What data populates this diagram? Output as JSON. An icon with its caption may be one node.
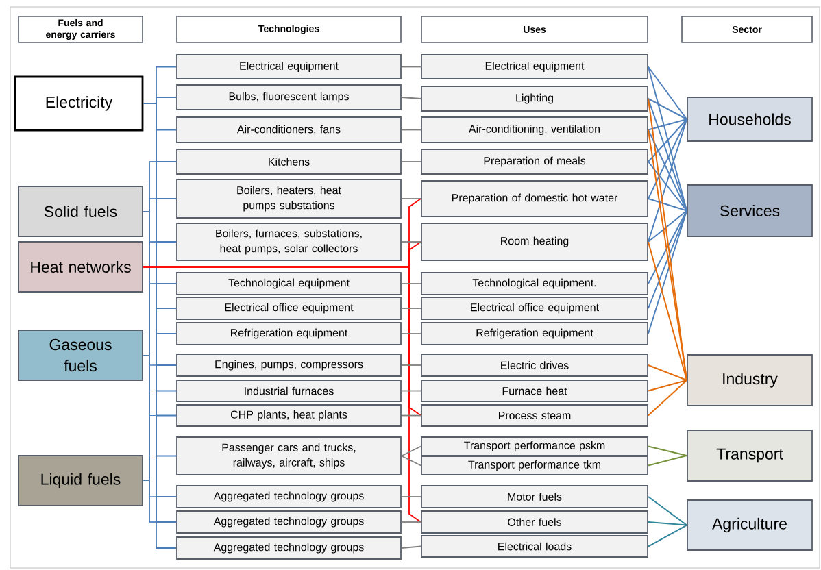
{
  "diagram": {
    "nodes": [
      {
        "text": [
          "Fuels and energy carriers"
        ]
      },
      {
        "text": [
          "Technologies"
        ]
      },
      {
        "text": [
          "Uses"
        ]
      },
      {
        "text": [
          "Sector"
        ]
      },
      {
        "text": [
          "Electricity"
        ]
      },
      {
        "text": [
          "Solid fuels"
        ]
      },
      {
        "text": [
          "Heat networks"
        ]
      },
      {
        "text": [
          "Gaseous fuels"
        ]
      },
      {
        "text": [
          "Liquid fuels"
        ]
      },
      {
        "text": [
          "Electrical equipment"
        ]
      },
      {
        "text": [
          "Bulbs, fluorescent lamps"
        ]
      },
      {
        "text": [
          "Air-conditioners, fans"
        ]
      },
      {
        "text": [
          "Kitchens"
        ]
      },
      {
        "text": [
          "Boilers, heaters,  heat pumps substations"
        ]
      },
      {
        "text": [
          "Boilers, furnaces, substations, heat pumps, solar collectors"
        ]
      },
      {
        "text": [
          "Technological equipment"
        ]
      },
      {
        "text": [
          "Electrical office equipment"
        ]
      },
      {
        "text": [
          "Refrigeration equipment"
        ]
      },
      {
        "text": [
          "Engines, pumps, compressors"
        ]
      },
      {
        "text": [
          "Industrial furnaces"
        ]
      },
      {
        "text": [
          "CHP plants, heat plants"
        ]
      },
      {
        "text": [
          "Passenger cars and trucks, railways, aircraft, ships"
        ]
      },
      {
        "text": [
          "Aggregated technology groups"
        ]
      },
      {
        "text": [
          "Aggregated technology groups"
        ]
      },
      {
        "text": [
          "Aggregated technology groups"
        ]
      },
      {
        "text": [
          "Electrical equipment"
        ]
      },
      {
        "text": [
          "Lighting"
        ]
      },
      {
        "text": [
          "Air-conditioning, ventilation"
        ]
      },
      {
        "text": [
          "Preparation of meals"
        ]
      },
      {
        "text": [
          "Preparation of domestic hot water"
        ]
      },
      {
        "text": [
          "Room heating"
        ]
      },
      {
        "text": [
          "Technological equipment."
        ]
      },
      {
        "text": [
          "Electrical office equipment"
        ]
      },
      {
        "text": [
          "Refrigeration equipment"
        ]
      },
      {
        "text": [
          "Electric drives"
        ]
      },
      {
        "text": [
          "Furnace heat"
        ]
      },
      {
        "text": [
          "Process steam"
        ]
      },
      {
        "text": [
          "Transport performance pskm"
        ]
      },
      {
        "text": [
          "Transport performance tkm"
        ]
      },
      {
        "text": [
          "Motor fuels"
        ]
      },
      {
        "text": [
          "Other fuels"
        ]
      },
      {
        "text": [
          "Electrical loads"
        ]
      },
      {
        "text": [
          "Households"
        ]
      },
      {
        "text": [
          "Services"
        ]
      },
      {
        "text": [
          "Industry"
        ]
      },
      {
        "text": [
          "Transport"
        ]
      },
      {
        "text": [
          "Agriculture"
        ]
      }
    ],
    "edges": [
      {
        "from": 4,
        "to": 9,
        "arrow": "none",
        "color": "#4a7ebb"
      },
      {
        "from": 4,
        "to": 10,
        "arrow": "none",
        "color": "#4a7ebb"
      },
      {
        "from": 4,
        "to": 11,
        "arrow": "none",
        "color": "#4a7ebb"
      },
      {
        "from": 4,
        "to": 12,
        "arrow": "none",
        "color": "#4a7ebb"
      },
      {
        "from": 4,
        "to": 13,
        "arrow": "none",
        "color": "#4a7ebb"
      },
      {
        "from": 4,
        "to": 14,
        "arrow": "none",
        "color": "#4a7ebb"
      },
      {
        "from": 4,
        "to": 15,
        "arrow": "none",
        "color": "#4a7ebb"
      },
      {
        "from": 4,
        "to": 16,
        "arrow": "none",
        "color": "#4a7ebb"
      },
      {
        "from": 4,
        "to": 17,
        "arrow": "none",
        "color": "#4a7ebb"
      },
      {
        "from": 4,
        "to": 18,
        "arrow": "none",
        "color": "#4a7ebb"
      },
      {
        "from": 4,
        "to": 19,
        "arrow": "none",
        "color": "#4a7ebb"
      },
      {
        "from": 4,
        "to": 20,
        "arrow": "none",
        "color": "#4a7ebb"
      },
      {
        "from": 4,
        "to": 21,
        "arrow": "none",
        "color": "#4a7ebb"
      },
      {
        "from": 4,
        "to": 22,
        "arrow": "none",
        "color": "#4a7ebb"
      },
      {
        "from": 4,
        "to": 23,
        "arrow": "none",
        "color": "#4a7ebb"
      },
      {
        "from": 4,
        "to": 24,
        "arrow": "none",
        "color": "#4a7ebb"
      },
      {
        "from": 5,
        "to": 12,
        "arrow": "none",
        "color": "#4a7ebb"
      },
      {
        "from": 5,
        "to": 13,
        "arrow": "none",
        "color": "#4a7ebb"
      },
      {
        "from": 5,
        "to": 14,
        "arrow": "none",
        "color": "#4a7ebb"
      },
      {
        "from": 5,
        "to": 15,
        "arrow": "none",
        "color": "#4a7ebb"
      },
      {
        "from": 5,
        "to": 19,
        "arrow": "none",
        "color": "#4a7ebb"
      },
      {
        "from": 5,
        "to": 20,
        "arrow": "none",
        "color": "#4a7ebb"
      },
      {
        "from": 5,
        "to": 23,
        "arrow": "none",
        "color": "#4a7ebb"
      },
      {
        "from": 7,
        "to": 12,
        "arrow": "none",
        "color": "#4a7ebb"
      },
      {
        "from": 7,
        "to": 13,
        "arrow": "none",
        "color": "#4a7ebb"
      },
      {
        "from": 7,
        "to": 14,
        "arrow": "none",
        "color": "#4a7ebb"
      },
      {
        "from": 7,
        "to": 15,
        "arrow": "none",
        "color": "#4a7ebb"
      },
      {
        "from": 7,
        "to": 18,
        "arrow": "none",
        "color": "#4a7ebb"
      },
      {
        "from": 7,
        "to": 19,
        "arrow": "none",
        "color": "#4a7ebb"
      },
      {
        "from": 7,
        "to": 20,
        "arrow": "none",
        "color": "#4a7ebb"
      },
      {
        "from": 7,
        "to": 21,
        "arrow": "none",
        "color": "#4a7ebb"
      },
      {
        "from": 7,
        "to": 22,
        "arrow": "none",
        "color": "#4a7ebb"
      },
      {
        "from": 7,
        "to": 23,
        "arrow": "none",
        "color": "#4a7ebb"
      },
      {
        "from": 8,
        "to": 12,
        "arrow": "none",
        "color": "#4a7ebb"
      },
      {
        "from": 8,
        "to": 13,
        "arrow": "none",
        "color": "#4a7ebb"
      },
      {
        "from": 8,
        "to": 14,
        "arrow": "none",
        "color": "#4a7ebb"
      },
      {
        "from": 8,
        "to": 15,
        "arrow": "none",
        "color": "#4a7ebb"
      },
      {
        "from": 8,
        "to": 18,
        "arrow": "none",
        "color": "#4a7ebb"
      },
      {
        "from": 8,
        "to": 19,
        "arrow": "none",
        "color": "#4a7ebb"
      },
      {
        "from": 8,
        "to": 20,
        "arrow": "none",
        "color": "#4a7ebb"
      },
      {
        "from": 8,
        "to": 21,
        "arrow": "none",
        "color": "#4a7ebb"
      },
      {
        "from": 8,
        "to": 22,
        "arrow": "none",
        "color": "#4a7ebb"
      },
      {
        "from": 8,
        "to": 23,
        "arrow": "none",
        "color": "#4a7ebb"
      },
      {
        "from": 6,
        "to": 29,
        "arrow": "none",
        "color": "#ff0000"
      },
      {
        "from": 6,
        "to": 30,
        "arrow": "none",
        "color": "#ff0000"
      },
      {
        "from": 6,
        "to": 36,
        "arrow": "none",
        "color": "#ff0000"
      },
      {
        "from": 6,
        "to": 40,
        "arrow": "none",
        "color": "#ff0000"
      },
      {
        "from": 9,
        "to": 25,
        "arrow": "none",
        "color": "#808080"
      },
      {
        "from": 10,
        "to": 26,
        "arrow": "none",
        "color": "#808080"
      },
      {
        "from": 11,
        "to": 27,
        "arrow": "none",
        "color": "#808080"
      },
      {
        "from": 12,
        "to": 28,
        "arrow": "none",
        "color": "#808080"
      },
      {
        "from": 13,
        "to": 29,
        "arrow": "none",
        "color": "#808080"
      },
      {
        "from": 14,
        "to": 30,
        "arrow": "none",
        "color": "#808080"
      },
      {
        "from": 15,
        "to": 31,
        "arrow": "none",
        "color": "#808080"
      },
      {
        "from": 16,
        "to": 32,
        "arrow": "none",
        "color": "#808080"
      },
      {
        "from": 17,
        "to": 33,
        "arrow": "none",
        "color": "#808080"
      },
      {
        "from": 18,
        "to": 34,
        "arrow": "none",
        "color": "#808080"
      },
      {
        "from": 19,
        "to": 35,
        "arrow": "none",
        "color": "#808080"
      },
      {
        "from": 20,
        "to": 36,
        "arrow": "none",
        "color": "#808080"
      },
      {
        "from": 21,
        "to": 37,
        "arrow": "none",
        "color": "#808080"
      },
      {
        "from": 21,
        "to": 38,
        "arrow": "none",
        "color": "#808080"
      },
      {
        "from": 22,
        "to": 39,
        "arrow": "none",
        "color": "#808080"
      },
      {
        "from": 23,
        "to": 40,
        "arrow": "none",
        "color": "#808080"
      },
      {
        "from": 24,
        "to": 41,
        "arrow": "none",
        "color": "#808080"
      },
      {
        "from": 25,
        "to": 42,
        "arrow": "none",
        "color": "#4f81bd"
      },
      {
        "from": 26,
        "to": 42,
        "arrow": "none",
        "color": "#4f81bd"
      },
      {
        "from": 27,
        "to": 42,
        "arrow": "none",
        "color": "#4f81bd"
      },
      {
        "from": 28,
        "to": 42,
        "arrow": "none",
        "color": "#4f81bd"
      },
      {
        "from": 29,
        "to": 42,
        "arrow": "none",
        "color": "#4f81bd"
      },
      {
        "from": 30,
        "to": 42,
        "arrow": "none",
        "color": "#4f81bd"
      },
      {
        "from": 25,
        "to": 43,
        "arrow": "none",
        "color": "#4f81bd"
      },
      {
        "from": 26,
        "to": 43,
        "arrow": "none",
        "color": "#4f81bd"
      },
      {
        "from": 27,
        "to": 43,
        "arrow": "none",
        "color": "#4f81bd"
      },
      {
        "from": 28,
        "to": 43,
        "arrow": "none",
        "color": "#4f81bd"
      },
      {
        "from": 29,
        "to": 43,
        "arrow": "none",
        "color": "#4f81bd"
      },
      {
        "from": 30,
        "to": 43,
        "arrow": "none",
        "color": "#4f81bd"
      },
      {
        "from": 31,
        "to": 43,
        "arrow": "none",
        "color": "#4f81bd"
      },
      {
        "from": 32,
        "to": 43,
        "arrow": "none",
        "color": "#4f81bd"
      },
      {
        "from": 33,
        "to": 43,
        "arrow": "none",
        "color": "#4f81bd"
      },
      {
        "from": 26,
        "to": 44,
        "arrow": "none",
        "color": "#e46c0a"
      },
      {
        "from": 27,
        "to": 44,
        "arrow": "none",
        "color": "#e46c0a"
      },
      {
        "from": 30,
        "to": 44,
        "arrow": "none",
        "color": "#e46c0a"
      },
      {
        "from": 34,
        "to": 44,
        "arrow": "none",
        "color": "#e46c0a"
      },
      {
        "from": 35,
        "to": 44,
        "arrow": "none",
        "color": "#e46c0a"
      },
      {
        "from": 36,
        "to": 44,
        "arrow": "none",
        "color": "#e46c0a"
      },
      {
        "from": 37,
        "to": 45,
        "arrow": "none",
        "color": "#77933c"
      },
      {
        "from": 38,
        "to": 45,
        "arrow": "none",
        "color": "#77933c"
      },
      {
        "from": 39,
        "to": 46,
        "arrow": "none",
        "color": "#31859c"
      },
      {
        "from": 40,
        "to": 46,
        "arrow": "none",
        "color": "#31859c"
      },
      {
        "from": 41,
        "to": 46,
        "arrow": "none",
        "color": "#31859c"
      }
    ]
  }
}
